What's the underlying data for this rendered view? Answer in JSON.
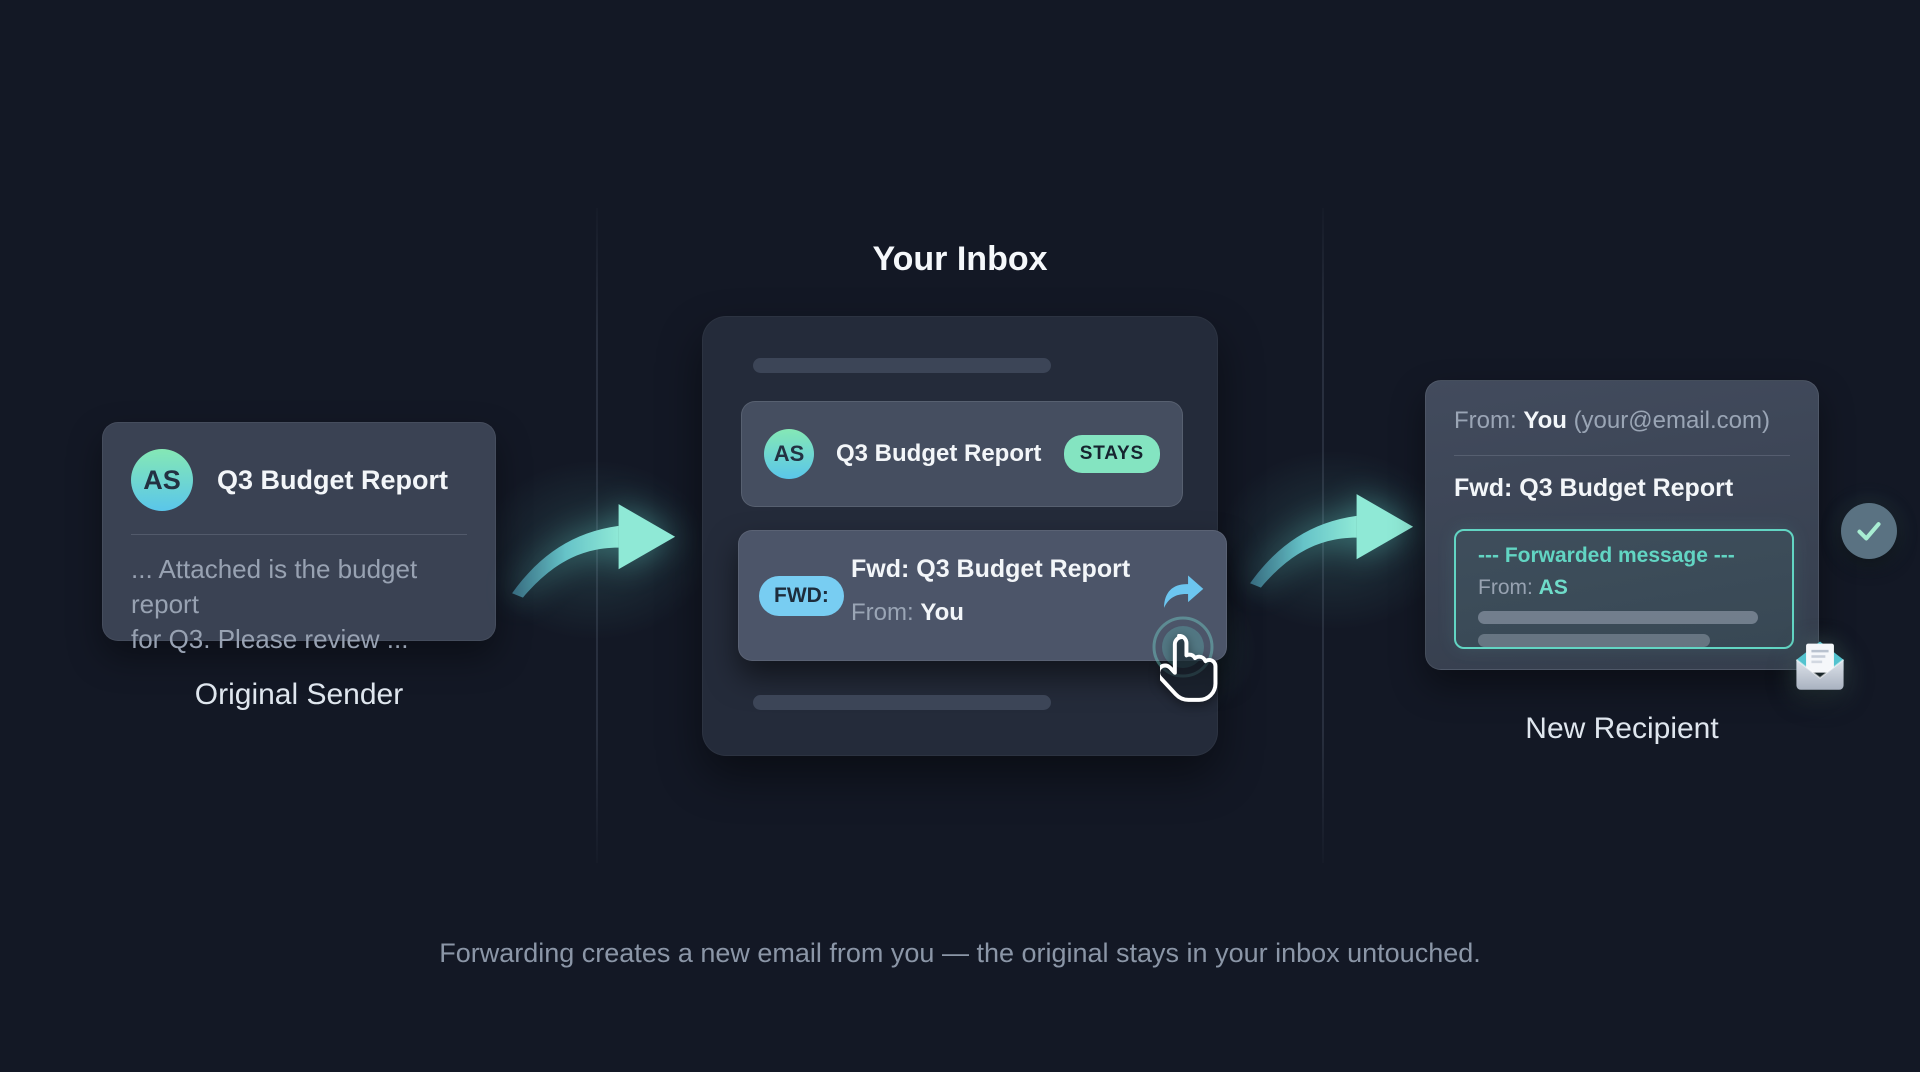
{
  "colors": {
    "background": "#131825",
    "accent_teal": "#62d5c3",
    "accent_mint": "#84e4c1",
    "accent_sky": "#78cdf2",
    "avatar_gradient_top": "#85e8b5",
    "avatar_gradient_bottom": "#5ac6ea"
  },
  "icons": {
    "share": "share-forward-arrow",
    "hand": "hand-pointer-cursor",
    "check": "checkmark",
    "envelope": "open-envelope-with-letter",
    "arrow": "curved-swoosh-arrow"
  },
  "left_card": {
    "avatar_initials": "AS",
    "title": "Q3 Budget Report",
    "preview_line1": "... Attached is the budget report",
    "preview_line2": "for Q3. Please review ...",
    "label": "Original Sender"
  },
  "inbox": {
    "title": "Your Inbox",
    "rows": [
      {
        "avatar_initials": "AS",
        "title": "Q3 Budget Report",
        "badge": "STAYS"
      },
      {
        "badge": "FWD:",
        "title": "Fwd: Q3 Budget Report",
        "from_label": "From:",
        "from_value": "You"
      }
    ]
  },
  "recipient_card": {
    "from_label": "From:",
    "from_value": "You",
    "from_email": "(your@email.com)",
    "subject": "Fwd: Q3 Budget Report",
    "forwarded_header": "--- Forwarded message ---",
    "fwd_from_label": "From:",
    "fwd_from_value": "AS",
    "label": "New Recipient"
  },
  "caption": "Forwarding creates a new email from you — the original stays in your inbox untouched."
}
